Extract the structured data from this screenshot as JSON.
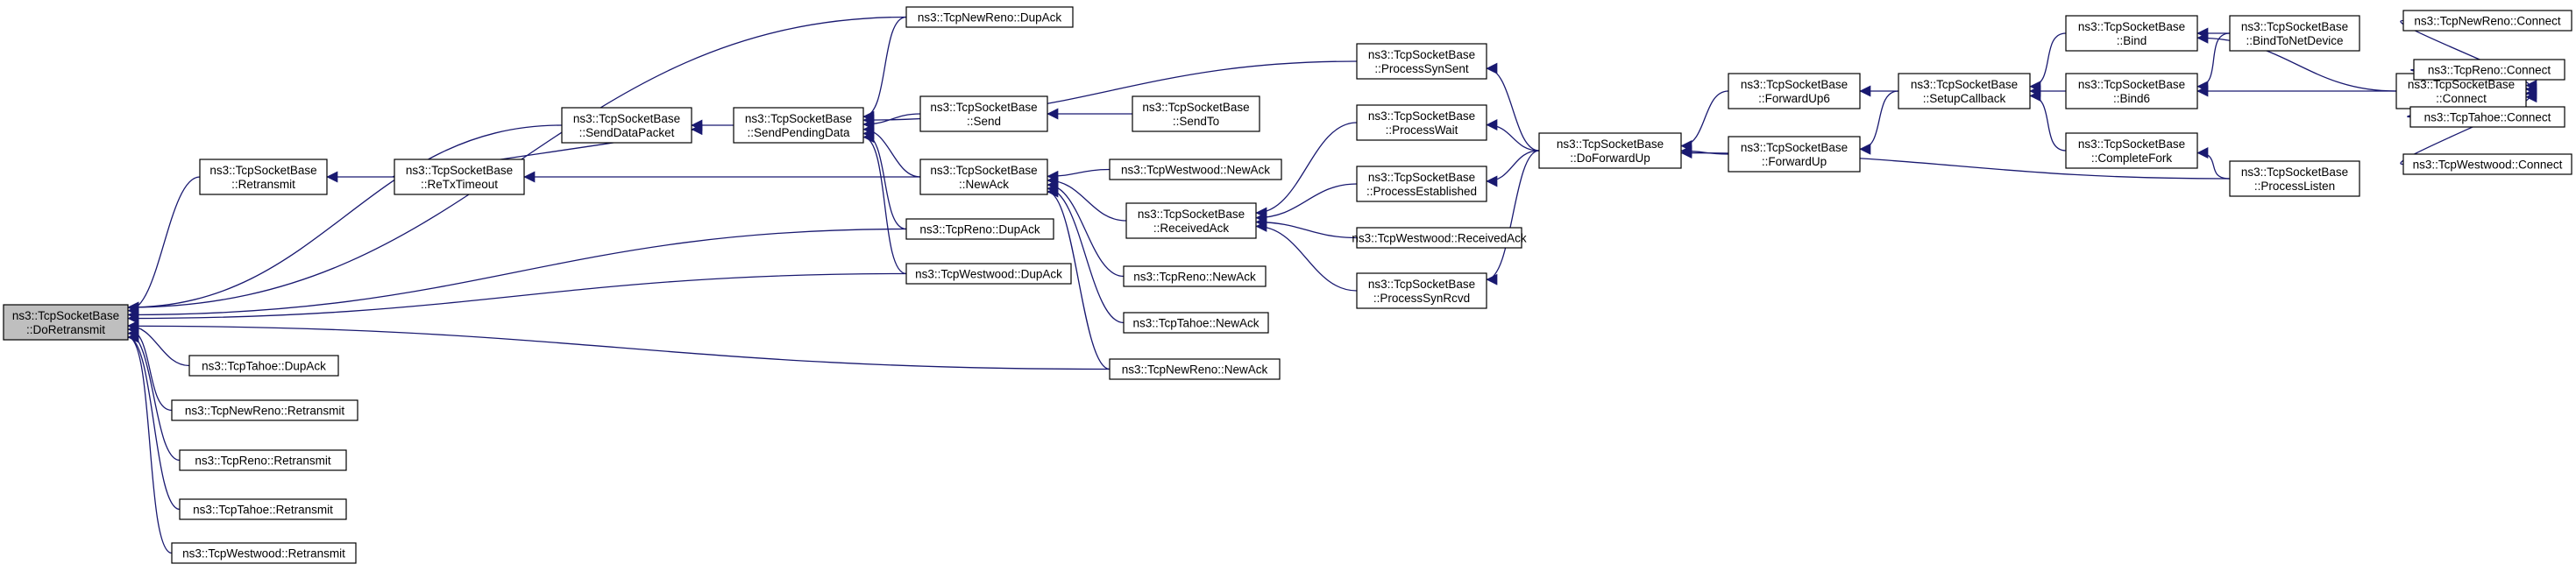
{
  "nodes": [
    {
      "id": "DoRetransmit",
      "lines": [
        "ns3::TcpSocketBase",
        "::DoRetransmit"
      ],
      "root": true
    },
    {
      "id": "NewRenoDupAck",
      "lines": [
        "ns3::TcpNewReno::DupAck"
      ]
    },
    {
      "id": "SendDataPacket",
      "lines": [
        "ns3::TcpSocketBase",
        "::SendDataPacket"
      ]
    },
    {
      "id": "SendPendingData",
      "lines": [
        "ns3::TcpSocketBase",
        "::SendPendingData"
      ]
    },
    {
      "id": "ProcessSynSent",
      "lines": [
        "ns3::TcpSocketBase",
        "::ProcessSynSent"
      ]
    },
    {
      "id": "Send",
      "lines": [
        "ns3::TcpSocketBase",
        "::Send"
      ]
    },
    {
      "id": "SendTo",
      "lines": [
        "ns3::TcpSocketBase",
        "::SendTo"
      ]
    },
    {
      "id": "ProcessWait",
      "lines": [
        "ns3::TcpSocketBase",
        "::ProcessWait"
      ]
    },
    {
      "id": "Retransmit",
      "lines": [
        "ns3::TcpSocketBase",
        "::Retransmit"
      ]
    },
    {
      "id": "ReTxTimeout",
      "lines": [
        "ns3::TcpSocketBase",
        "::ReTxTimeout"
      ]
    },
    {
      "id": "NewAck",
      "lines": [
        "ns3::TcpSocketBase",
        "::NewAck"
      ]
    },
    {
      "id": "WestwoodNewAck",
      "lines": [
        "ns3::TcpWestwood::NewAck"
      ]
    },
    {
      "id": "ProcessEstablished",
      "lines": [
        "ns3::TcpSocketBase",
        "::ProcessEstablished"
      ]
    },
    {
      "id": "RenoDupAck",
      "lines": [
        "ns3::TcpReno::DupAck"
      ]
    },
    {
      "id": "ReceivedAck",
      "lines": [
        "ns3::TcpSocketBase",
        "::ReceivedAck"
      ]
    },
    {
      "id": "WestwoodReceivedAck",
      "lines": [
        "ns3::TcpWestwood::ReceivedAck"
      ]
    },
    {
      "id": "WestwoodDupAck",
      "lines": [
        "ns3::TcpWestwood::DupAck"
      ]
    },
    {
      "id": "RenoNewAck",
      "lines": [
        "ns3::TcpReno::NewAck"
      ]
    },
    {
      "id": "ProcessSynRcvd",
      "lines": [
        "ns3::TcpSocketBase",
        "::ProcessSynRcvd"
      ]
    },
    {
      "id": "TahoeNewAck",
      "lines": [
        "ns3::TcpTahoe::NewAck"
      ]
    },
    {
      "id": "TahoeDupAck",
      "lines": [
        "ns3::TcpTahoe::DupAck"
      ]
    },
    {
      "id": "NewRenoNewAck",
      "lines": [
        "ns3::TcpNewReno::NewAck"
      ]
    },
    {
      "id": "NewRenoRetransmit",
      "lines": [
        "ns3::TcpNewReno::Retransmit"
      ]
    },
    {
      "id": "RenoRetransmit",
      "lines": [
        "ns3::TcpReno::Retransmit"
      ]
    },
    {
      "id": "TahoeRetransmit",
      "lines": [
        "ns3::TcpTahoe::Retransmit"
      ]
    },
    {
      "id": "WestwoodRetransmit",
      "lines": [
        "ns3::TcpWestwood::Retransmit"
      ]
    },
    {
      "id": "DoForwardUp",
      "lines": [
        "ns3::TcpSocketBase",
        "::DoForwardUp"
      ]
    },
    {
      "id": "ForwardUp6",
      "lines": [
        "ns3::TcpSocketBase",
        "::ForwardUp6"
      ]
    },
    {
      "id": "ForwardUp",
      "lines": [
        "ns3::TcpSocketBase",
        "::ForwardUp"
      ]
    },
    {
      "id": "SetupCallback",
      "lines": [
        "ns3::TcpSocketBase",
        "::SetupCallback"
      ]
    },
    {
      "id": "Bind",
      "lines": [
        "ns3::TcpSocketBase",
        "::Bind"
      ]
    },
    {
      "id": "Bind6",
      "lines": [
        "ns3::TcpSocketBase",
        "::Bind6"
      ]
    },
    {
      "id": "CompleteFork",
      "lines": [
        "ns3::TcpSocketBase",
        "::CompleteFork"
      ]
    },
    {
      "id": "BindToNetDevice",
      "lines": [
        "ns3::TcpSocketBase",
        "::BindToNetDevice"
      ]
    },
    {
      "id": "ProcessListen",
      "lines": [
        "ns3::TcpSocketBase",
        "::ProcessListen"
      ]
    },
    {
      "id": "Connect",
      "lines": [
        "ns3::TcpSocketBase",
        "::Connect"
      ]
    },
    {
      "id": "NewRenoConnect",
      "lines": [
        "ns3::TcpNewReno::Connect"
      ]
    },
    {
      "id": "RenoConnect",
      "lines": [
        "ns3::TcpReno::Connect"
      ]
    },
    {
      "id": "TahoeConnect",
      "lines": [
        "ns3::TcpTahoe::Connect"
      ]
    },
    {
      "id": "WestwoodConnect",
      "lines": [
        "ns3::TcpWestwood::Connect"
      ]
    }
  ],
  "edges": [
    [
      "NewRenoDupAck",
      "DoRetransmit"
    ],
    [
      "SendDataPacket",
      "DoRetransmit"
    ],
    [
      "Retransmit",
      "DoRetransmit"
    ],
    [
      "RenoDupAck",
      "DoRetransmit"
    ],
    [
      "WestwoodDupAck",
      "DoRetransmit"
    ],
    [
      "NewRenoNewAck",
      "DoRetransmit"
    ],
    [
      "TahoeDupAck",
      "DoRetransmit"
    ],
    [
      "NewRenoRetransmit",
      "DoRetransmit"
    ],
    [
      "RenoRetransmit",
      "DoRetransmit"
    ],
    [
      "TahoeRetransmit",
      "DoRetransmit"
    ],
    [
      "WestwoodRetransmit",
      "DoRetransmit"
    ],
    [
      "SendPendingData",
      "SendDataPacket"
    ],
    [
      "ReTxTimeout",
      "SendDataPacket"
    ],
    [
      "NewRenoDupAck",
      "SendPendingData"
    ],
    [
      "ProcessSynSent",
      "SendPendingData"
    ],
    [
      "Send",
      "SendPendingData"
    ],
    [
      "NewAck",
      "SendPendingData"
    ],
    [
      "RenoDupAck",
      "SendPendingData"
    ],
    [
      "WestwoodDupAck",
      "SendPendingData"
    ],
    [
      "SendTo",
      "Send"
    ],
    [
      "ReTxTimeout",
      "Retransmit"
    ],
    [
      "NewAck",
      "ReTxTimeout"
    ],
    [
      "WestwoodNewAck",
      "NewAck"
    ],
    [
      "ReceivedAck",
      "NewAck"
    ],
    [
      "RenoNewAck",
      "NewAck"
    ],
    [
      "TahoeNewAck",
      "NewAck"
    ],
    [
      "NewRenoNewAck",
      "NewAck"
    ],
    [
      "ProcessWait",
      "ReceivedAck"
    ],
    [
      "ProcessEstablished",
      "ReceivedAck"
    ],
    [
      "WestwoodReceivedAck",
      "ReceivedAck"
    ],
    [
      "ProcessSynRcvd",
      "ReceivedAck"
    ],
    [
      "DoForwardUp",
      "ProcessSynSent"
    ],
    [
      "DoForwardUp",
      "ProcessWait"
    ],
    [
      "DoForwardUp",
      "ProcessEstablished"
    ],
    [
      "DoForwardUp",
      "ProcessSynRcvd"
    ],
    [
      "ForwardUp6",
      "DoForwardUp"
    ],
    [
      "ForwardUp",
      "DoForwardUp"
    ],
    [
      "ProcessListen",
      "DoForwardUp"
    ],
    [
      "SetupCallback",
      "ForwardUp6"
    ],
    [
      "SetupCallback",
      "ForwardUp"
    ],
    [
      "Bind",
      "SetupCallback"
    ],
    [
      "Bind6",
      "SetupCallback"
    ],
    [
      "CompleteFork",
      "SetupCallback"
    ],
    [
      "BindToNetDevice",
      "Bind"
    ],
    [
      "Connect",
      "Bind"
    ],
    [
      "BindToNetDevice",
      "Bind6"
    ],
    [
      "Connect",
      "Bind6"
    ],
    [
      "ProcessListen",
      "CompleteFork"
    ],
    [
      "NewRenoConnect",
      "Connect"
    ],
    [
      "RenoConnect",
      "Connect"
    ],
    [
      "TahoeConnect",
      "Connect"
    ],
    [
      "WestwoodConnect",
      "Connect"
    ]
  ]
}
